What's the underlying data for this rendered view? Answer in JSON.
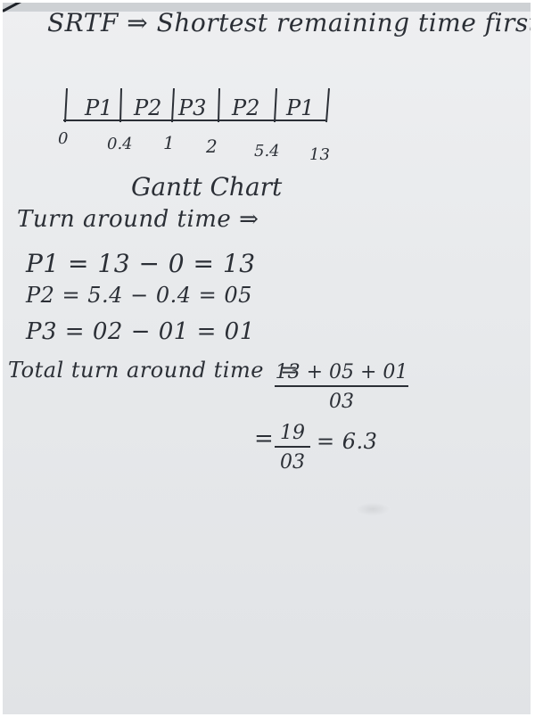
{
  "heading": "SRTF ⇒ Shortest remaining time first",
  "gantt": {
    "blocks": [
      "P1",
      "P2",
      "P3",
      "P2",
      "P1"
    ],
    "ticks": [
      "0",
      "0.4",
      "1",
      "2",
      "5.4",
      "13"
    ],
    "caption": "Gantt Chart"
  },
  "tat_title": "Turn around time ⇒",
  "tat_lines": [
    "P1 = 13 − 0 = 13",
    "P2 = 5.4 − 0.4 = 05",
    "P3 = 02 − 01 = 01"
  ],
  "total": {
    "label": "Total turn around time",
    "num1": "13 + 05 + 01",
    "den1": "03",
    "num2": "19",
    "den2": "03",
    "result": "6.3"
  }
}
